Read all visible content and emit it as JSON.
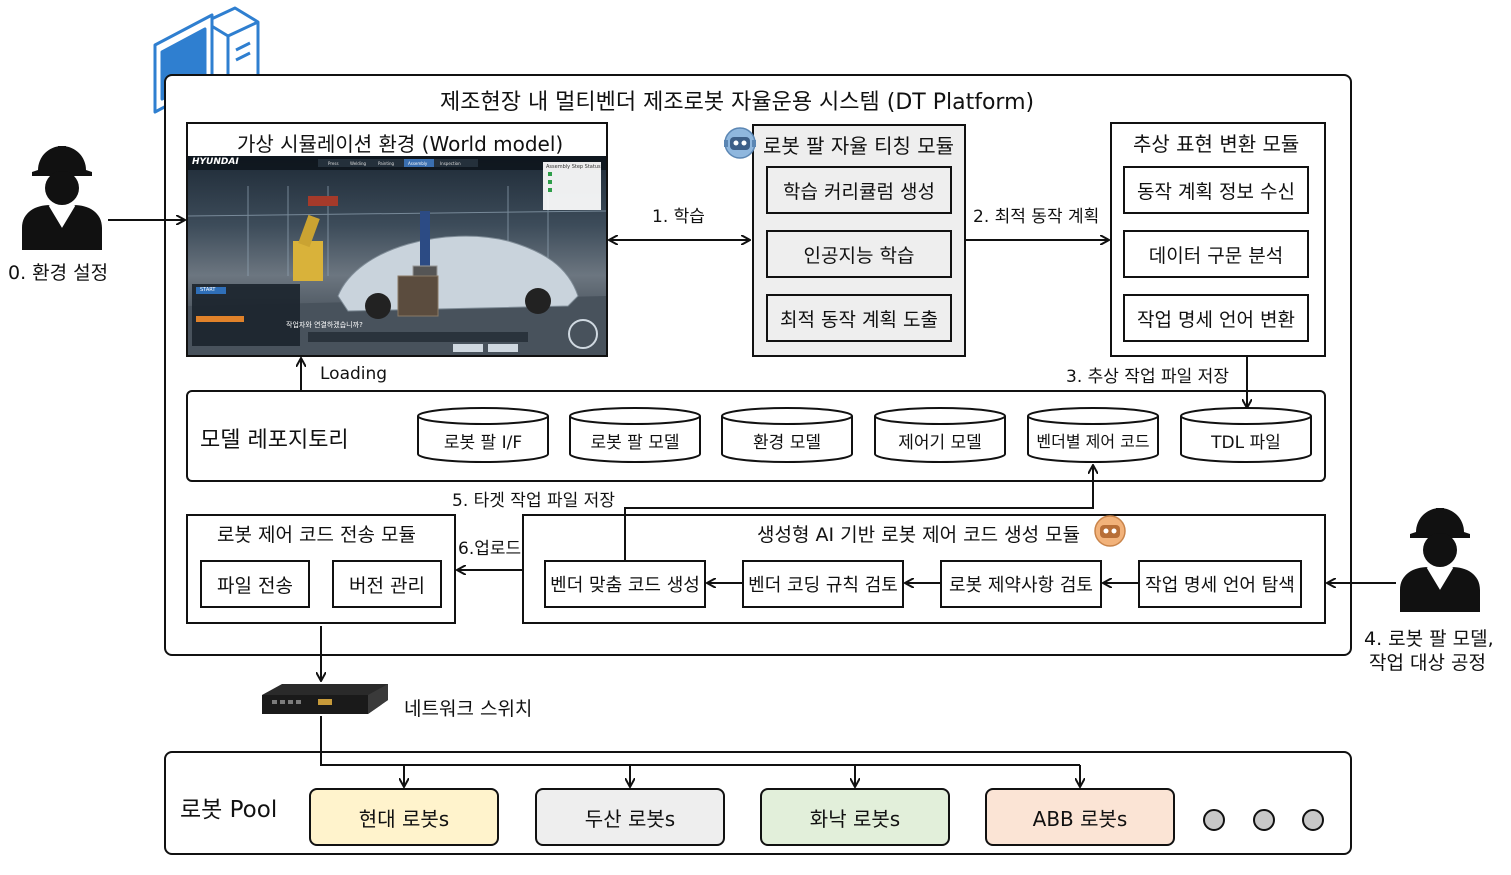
{
  "platform": {
    "title": "제조현장 내 멀티벤더 제조로봇 자율운용 시스템 (DT Platform)"
  },
  "simulation": {
    "title": "가상 시뮬레이션 환경 (World model)",
    "screen_brand": "HYUNDAI",
    "screen_tabs": [
      "Press",
      "Welding",
      "Painting",
      "Assembly",
      "Inspection"
    ],
    "screen_panel_title": "Assembly Step Status",
    "screen_start": "START",
    "screen_question": "작업자와 연결하겠습니까?"
  },
  "teaching": {
    "title": "로봇 팔 자율 티칭 모듈",
    "items": [
      "학습 커리큘럼 생성",
      "인공지능 학습",
      "최적 동작 계획 도출"
    ]
  },
  "abstract": {
    "title": "추상 표현 변환 모듈",
    "items": [
      "동작 계획 정보 수신",
      "데이터 구문 분석",
      "작업 명세 언어 변환"
    ]
  },
  "repo": {
    "title": "모델 레포지토리",
    "items": [
      "로봇 팔 I/F",
      "로봇 팔 모델",
      "환경 모델",
      "제어기 모델",
      "벤더별 제어 코드",
      "TDL 파일"
    ]
  },
  "transfer": {
    "title": "로봇 제어 코드 전송 모듈",
    "items": [
      "파일 전송",
      "버전 관리"
    ]
  },
  "gen": {
    "title": "생성형 AI 기반 로봇 제어 코드 생성 모듈",
    "items": [
      "벤더 맞춤 코드 생성",
      "벤더 코딩 규칙 검토",
      "로봇 제약사항 검토",
      "작업 명세 언어 탐색"
    ]
  },
  "arrows": {
    "a0": "0. 환경 설정",
    "a1": "1. 학습",
    "a2": "2. 최적 동작 계획",
    "a3": "3. 추상 작업 파일 저장",
    "a4_line1": "4. 로봇 팔 모델,",
    "a4_line2": "작업 대상 공정",
    "a5": "5. 타겟 작업 파일 저장",
    "a6": "6.업로드",
    "loading": "Loading"
  },
  "network": {
    "label": "네트워크 스위치"
  },
  "pool": {
    "title": "로봇 Pool",
    "robots": [
      {
        "name": "현대 로봇s",
        "color": "#fff3cc"
      },
      {
        "name": "두산 로봇s",
        "color": "#eeeeee"
      },
      {
        "name": "화낙 로봇s",
        "color": "#e2efda"
      },
      {
        "name": "ABB 로봇s",
        "color": "#fbe4d5"
      }
    ]
  },
  "colors": {
    "computer_icon": "#2f7fd0",
    "brain_icon": "#8fb7de",
    "brain_icon_orange": "#f2b27a"
  }
}
